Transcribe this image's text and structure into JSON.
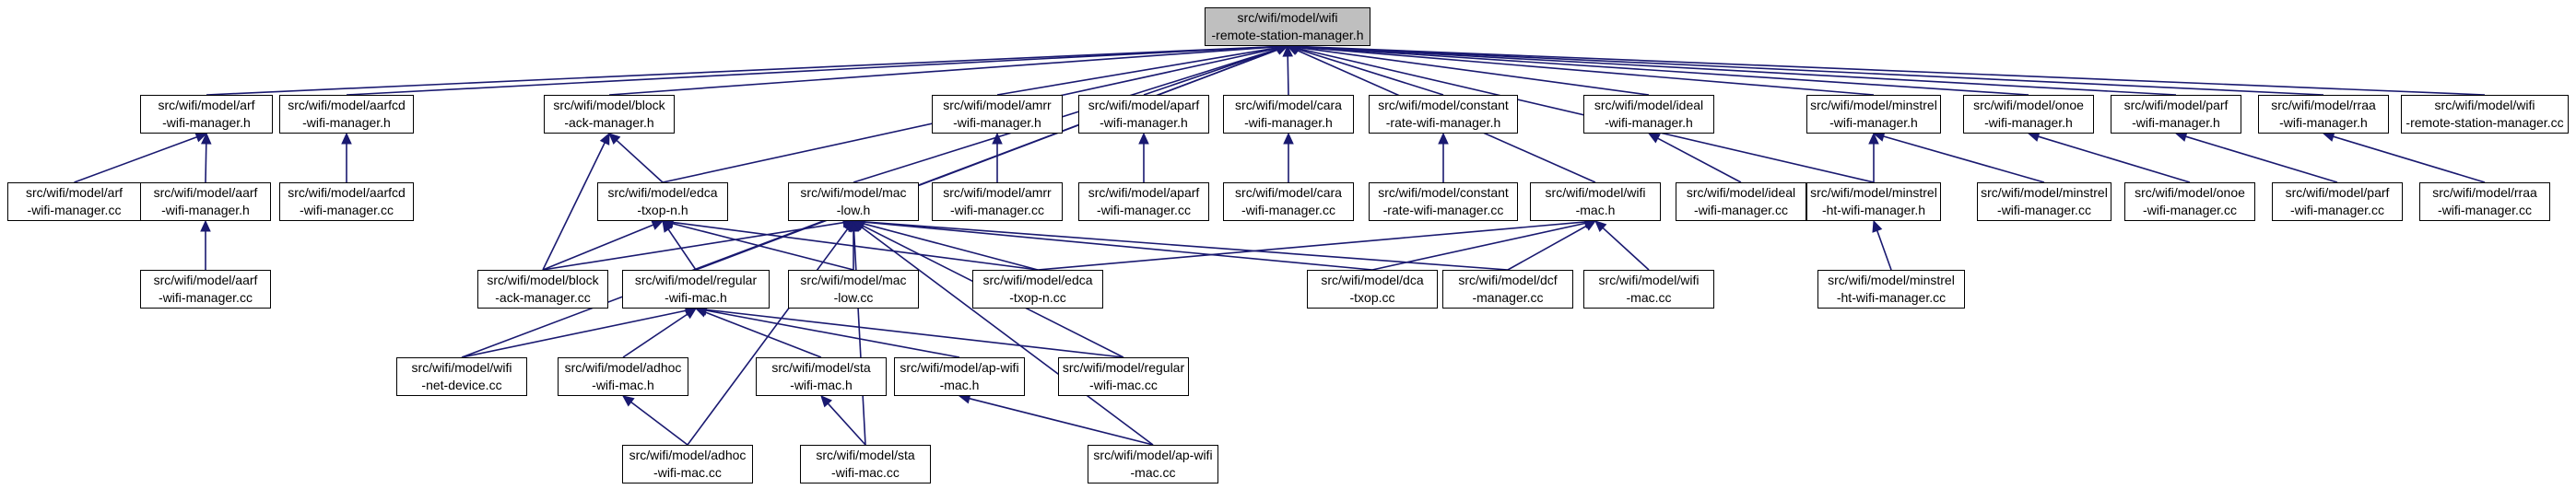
{
  "colors": {
    "edge": "#191970",
    "root_fill": "#bfbfbf",
    "node_fill": "#ffffff",
    "node_border": "#000000"
  },
  "nodes": {
    "root": {
      "l1": "src/wifi/model/wifi",
      "l2": "-remote-station-manager.h"
    },
    "arf_h": {
      "l1": "src/wifi/model/arf",
      "l2": "-wifi-manager.h"
    },
    "aarfcd_h": {
      "l1": "src/wifi/model/aarfcd",
      "l2": "-wifi-manager.h"
    },
    "block_h": {
      "l1": "src/wifi/model/block",
      "l2": "-ack-manager.h"
    },
    "amrr_h": {
      "l1": "src/wifi/model/amrr",
      "l2": "-wifi-manager.h"
    },
    "aparf_h": {
      "l1": "src/wifi/model/aparf",
      "l2": "-wifi-manager.h"
    },
    "cara_h": {
      "l1": "src/wifi/model/cara",
      "l2": "-wifi-manager.h"
    },
    "constant_h": {
      "l1": "src/wifi/model/constant",
      "l2": "-rate-wifi-manager.h"
    },
    "ideal_h": {
      "l1": "src/wifi/model/ideal",
      "l2": "-wifi-manager.h"
    },
    "minstrel_h": {
      "l1": "src/wifi/model/minstrel",
      "l2": "-wifi-manager.h"
    },
    "onoe_h": {
      "l1": "src/wifi/model/onoe",
      "l2": "-wifi-manager.h"
    },
    "parf_h": {
      "l1": "src/wifi/model/parf",
      "l2": "-wifi-manager.h"
    },
    "rraa_h": {
      "l1": "src/wifi/model/rraa",
      "l2": "-wifi-manager.h"
    },
    "rsm_cc": {
      "l1": "src/wifi/model/wifi",
      "l2": "-remote-station-manager.cc"
    },
    "arf_cc": {
      "l1": "src/wifi/model/arf",
      "l2": "-wifi-manager.cc"
    },
    "aarf_h": {
      "l1": "src/wifi/model/aarf",
      "l2": "-wifi-manager.h"
    },
    "aarfcd_cc": {
      "l1": "src/wifi/model/aarfcd",
      "l2": "-wifi-manager.cc"
    },
    "edca_h": {
      "l1": "src/wifi/model/edca",
      "l2": "-txop-n.h"
    },
    "maclow_h": {
      "l1": "src/wifi/model/mac",
      "l2": "-low.h"
    },
    "amrr_cc": {
      "l1": "src/wifi/model/amrr",
      "l2": "-wifi-manager.cc"
    },
    "aparf_cc": {
      "l1": "src/wifi/model/aparf",
      "l2": "-wifi-manager.cc"
    },
    "cara_cc": {
      "l1": "src/wifi/model/cara",
      "l2": "-wifi-manager.cc"
    },
    "constant_cc": {
      "l1": "src/wifi/model/constant",
      "l2": "-rate-wifi-manager.cc"
    },
    "wifimac_h": {
      "l1": "src/wifi/model/wifi",
      "l2": "-mac.h"
    },
    "ideal_cc": {
      "l1": "src/wifi/model/ideal",
      "l2": "-wifi-manager.cc"
    },
    "minstrelht_h": {
      "l1": "src/wifi/model/minstrel",
      "l2": "-ht-wifi-manager.h"
    },
    "minstrel_cc": {
      "l1": "src/wifi/model/minstrel",
      "l2": "-wifi-manager.cc"
    },
    "onoe_cc": {
      "l1": "src/wifi/model/onoe",
      "l2": "-wifi-manager.cc"
    },
    "parf_cc": {
      "l1": "src/wifi/model/parf",
      "l2": "-wifi-manager.cc"
    },
    "rraa_cc": {
      "l1": "src/wifi/model/rraa",
      "l2": "-wifi-manager.cc"
    },
    "aarf_cc": {
      "l1": "src/wifi/model/aarf",
      "l2": "-wifi-manager.cc"
    },
    "block_cc": {
      "l1": "src/wifi/model/block",
      "l2": "-ack-manager.cc"
    },
    "regular_h": {
      "l1": "src/wifi/model/regular",
      "l2": "-wifi-mac.h"
    },
    "maclow_cc": {
      "l1": "src/wifi/model/mac",
      "l2": "-low.cc"
    },
    "edca_cc": {
      "l1": "src/wifi/model/edca",
      "l2": "-txop-n.cc"
    },
    "dca_cc": {
      "l1": "src/wifi/model/dca",
      "l2": "-txop.cc"
    },
    "dcf_cc": {
      "l1": "src/wifi/model/dcf",
      "l2": "-manager.cc"
    },
    "wifimac_cc": {
      "l1": "src/wifi/model/wifi",
      "l2": "-mac.cc"
    },
    "minstrelht_cc": {
      "l1": "src/wifi/model/minstrel",
      "l2": "-ht-wifi-manager.cc"
    },
    "netdev_cc": {
      "l1": "src/wifi/model/wifi",
      "l2": "-net-device.cc"
    },
    "adhoc_h": {
      "l1": "src/wifi/model/adhoc",
      "l2": "-wifi-mac.h"
    },
    "sta_h": {
      "l1": "src/wifi/model/sta",
      "l2": "-wifi-mac.h"
    },
    "ap_h": {
      "l1": "src/wifi/model/ap-wifi",
      "l2": "-mac.h"
    },
    "regular_cc": {
      "l1": "src/wifi/model/regular",
      "l2": "-wifi-mac.cc"
    },
    "adhoc_cc": {
      "l1": "src/wifi/model/adhoc",
      "l2": "-wifi-mac.cc"
    },
    "sta_cc": {
      "l1": "src/wifi/model/sta",
      "l2": "-wifi-mac.cc"
    },
    "ap_cc": {
      "l1": "src/wifi/model/ap-wifi",
      "l2": "-mac.cc"
    }
  }
}
